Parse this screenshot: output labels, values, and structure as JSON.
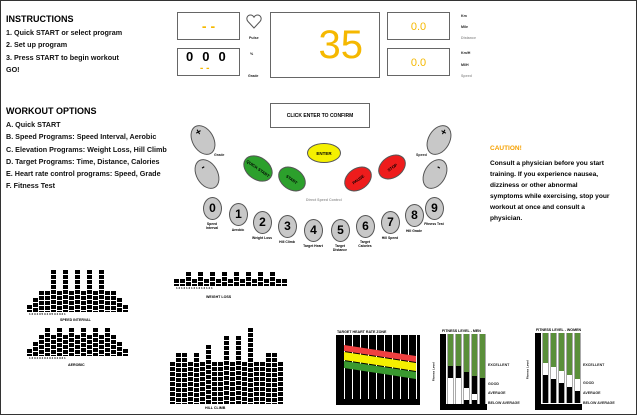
{
  "instructions": {
    "title": "INSTRUCTIONS",
    "steps": [
      "1. Quick START or select program",
      "2. Set up program",
      "3. Press START to begin workout"
    ],
    "go": "GO!"
  },
  "options": {
    "title": "WORKOUT OPTIONS",
    "items": [
      "A. Quick START",
      "B. Speed Programs: Speed Interval, Aerobic",
      "C. Elevation Programs: Weight Loss, Hill Climb",
      "D. Target Programs: Time, Distance, Calories",
      "E. Heart rate control programs: Speed, Grade",
      "F. Fitness Test"
    ]
  },
  "display": {
    "pulse_value": "- -",
    "grade_digits": [
      "0",
      "0",
      "0"
    ],
    "grade_cursor": "- -",
    "main_value": "35",
    "distance_value": "0.0",
    "speed_value": "0.0",
    "pulse_label": "Pulse",
    "percent_label": "%",
    "grade_label": "Grade",
    "km_label": "Km",
    "mile_label": "Mile",
    "distance_label": "Distance",
    "kmh_label": "Km/H",
    "mih_label": "MI/H",
    "speed_label": "Speed"
  },
  "confirm": "CLICK ENTER TO CONFIRM",
  "controls": {
    "plus": "+",
    "minus": "-",
    "left_caption": "Grade",
    "right_caption": "Speed",
    "quick_start": "QUICK START",
    "start": "START",
    "enter": "ENTER",
    "pause": "PAUSE",
    "stop": "STOP",
    "direct_speed": "Direct Speed Control"
  },
  "numbers": [
    {
      "n": "0",
      "label": "Speed Interval"
    },
    {
      "n": "1",
      "label": "Aerobic"
    },
    {
      "n": "2",
      "label": "Weight Loss"
    },
    {
      "n": "3",
      "label": "Hill Climb"
    },
    {
      "n": "4",
      "label": "Target Heart"
    },
    {
      "n": "5",
      "label": "Target Distance"
    },
    {
      "n": "6",
      "label": "Target Calories"
    },
    {
      "n": "7",
      "label": "Hill Speed"
    },
    {
      "n": "8",
      "label": "Hill Grade"
    },
    {
      "n": "9",
      "label": "Fitness Test"
    }
  ],
  "caution": {
    "title": "CAUTION!",
    "text": "Consult a physician before you start training. If you experience nausea, dizziness or other abnormal symptoms while exercising, stop your workout at once and consult a physician."
  },
  "profiles": {
    "speed_interval": {
      "title": "SPEED INTERVAL",
      "values": [
        1,
        2,
        3,
        3,
        6,
        3,
        6,
        3,
        6,
        3,
        6,
        3,
        6,
        3,
        3,
        2,
        1
      ],
      "ticks": "1 2 3 4 3 5 3 4 3 5 3 4 3 2 1"
    },
    "aerobic": {
      "title": "AEROBIC",
      "values": [
        1,
        2,
        3,
        4,
        3,
        4,
        3,
        4,
        3,
        4,
        3,
        4,
        3,
        4,
        3,
        2,
        1
      ],
      "ticks": "1 2 3 4 3 4 3 4 3 4 3 4 3 2 1"
    },
    "weight_loss": {
      "title": "WEIGHT LOSS",
      "values": [
        1,
        1,
        2,
        1,
        2,
        1,
        2,
        1,
        2,
        1,
        2,
        1,
        2,
        1,
        2,
        1,
        2,
        1,
        1
      ],
      "ticks": "1 2 1 2 1 2 1 2 1 2 1 2 1 2 1"
    },
    "hill_climb": {
      "title": "HILL CLIMB",
      "values": [
        5,
        6,
        6,
        5,
        6,
        5,
        7,
        5,
        5,
        8,
        5,
        8,
        5,
        9,
        5,
        5,
        6,
        6,
        5
      ],
      "ticks": ""
    }
  },
  "charts": {
    "heart_zone": {
      "title": "TARGET HEART RATE ZONE",
      "bands": [
        "#f04040",
        "#f5f000",
        "#3a9a30"
      ]
    },
    "men": {
      "title": "FITNESS LEVEL - MEN",
      "ylabel": "Fitness Level",
      "levels": [
        "EXCELLENT",
        "GOOD",
        "AVERAGE",
        "BELOW AVERAGE"
      ]
    },
    "women": {
      "title": "FITNESS LEVEL - WOMEN",
      "ylabel": "Fitness Level",
      "levels": [
        "EXCELLENT",
        "GOOD",
        "AVERAGE",
        "BELOW AVERAGE"
      ]
    }
  }
}
